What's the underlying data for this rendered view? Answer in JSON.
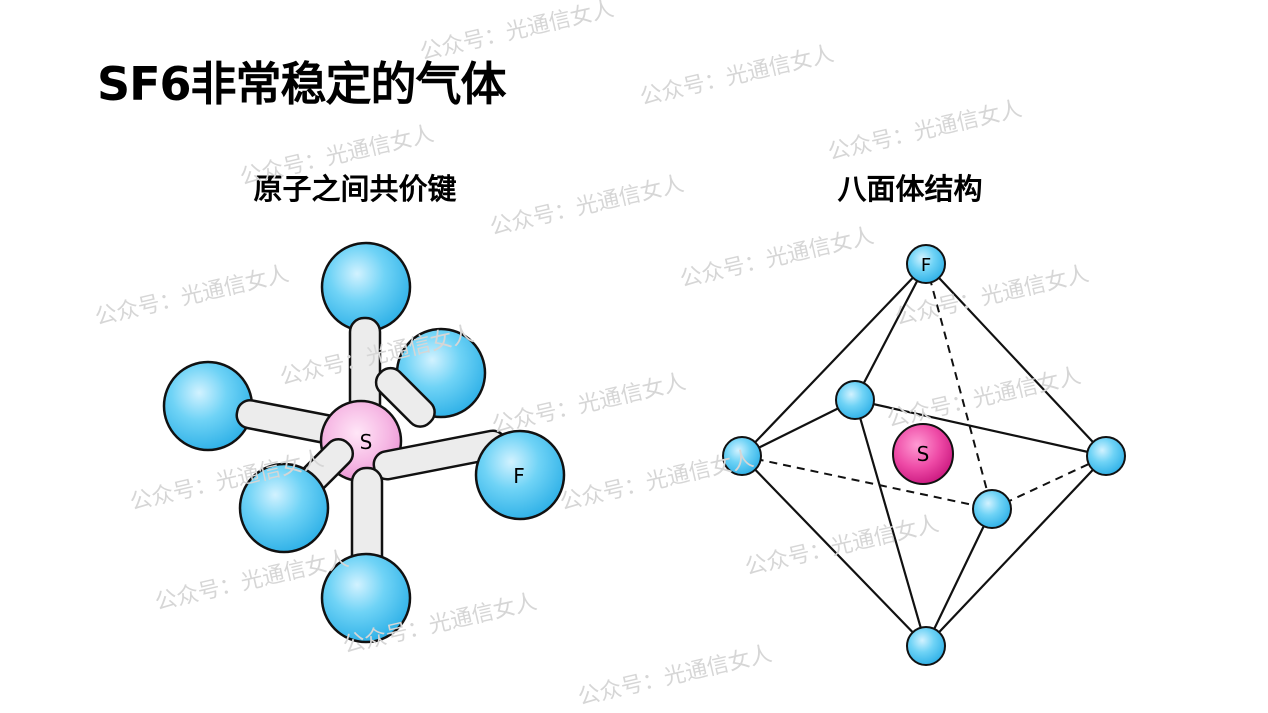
{
  "page": {
    "title": "SF6非常稳定的气体"
  },
  "left_diagram": {
    "heading": "原子之间共价键",
    "central_label": "S",
    "outer_label": "F"
  },
  "right_diagram": {
    "heading": "八面体结构",
    "central_label": "S",
    "top_label": "F"
  },
  "colors": {
    "fluorine": "#3fc2ef",
    "fluorine_light": "#cdf1ff",
    "sulfur": "#e83e9a",
    "sulfur_light": "#fbd3ef",
    "bond": "#ececec",
    "outline": "#111111"
  },
  "watermark": {
    "text": "公众号：光通信女人"
  }
}
